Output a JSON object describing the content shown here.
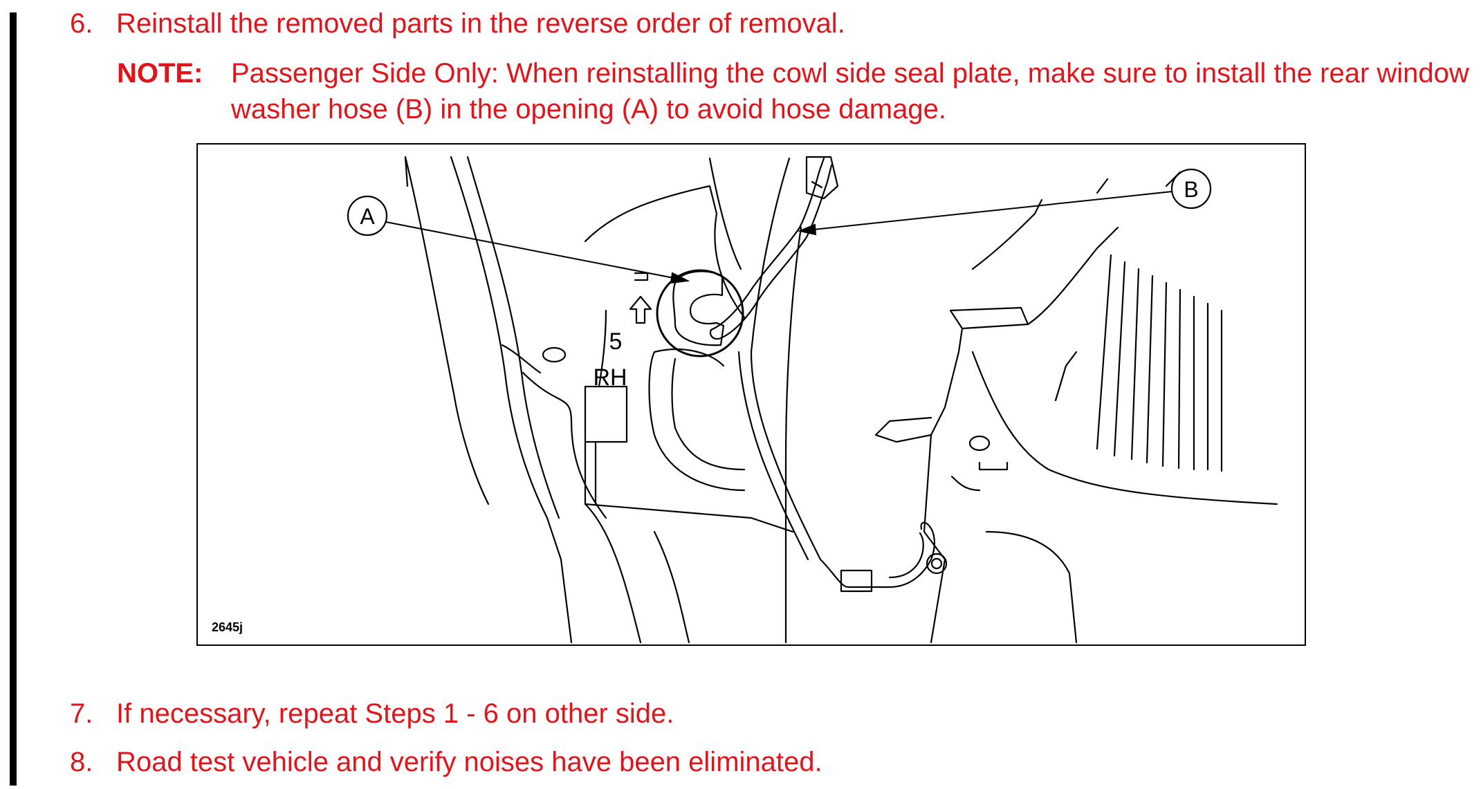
{
  "steps": [
    {
      "number": "6.",
      "text": "Reinstall the removed parts in the reverse order of removal."
    },
    {
      "number": "7.",
      "text": "If necessary, repeat Steps 1 - 6 on other side."
    },
    {
      "number": "8.",
      "text": "Road test vehicle and verify noises have been eliminated."
    }
  ],
  "note": {
    "label": "NOTE:",
    "text": "Passenger Side Only: When reinstalling the cowl side seal plate, make sure to install the rear window washer hose (B) in the opening (A) to avoid hose damage."
  },
  "figure": {
    "callout_a": "A",
    "callout_b": "B",
    "panel_text_1": "5",
    "panel_text_2": "RH",
    "figure_code": "2645j"
  },
  "colors": {
    "text_red": "#e0141b",
    "line_black": "#000000"
  }
}
